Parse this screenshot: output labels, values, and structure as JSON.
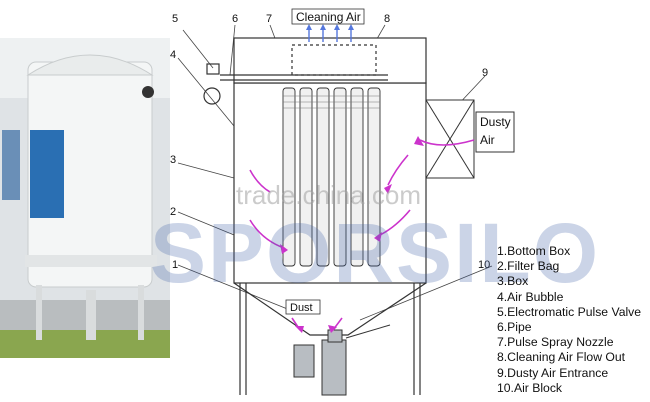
{
  "title_label": "Cleaning Air",
  "dusty_air_label": "Dusty\nAir",
  "dust_label": "Dust",
  "callout_numbers": [
    "1",
    "2",
    "3",
    "4",
    "5",
    "6",
    "7",
    "8",
    "9",
    "10"
  ],
  "legend": [
    "1.Bottom Box",
    "2.Filter Bag",
    "3.Box",
    "4.Air Bubble",
    "5.Electromatic Pulse Valve",
    "6.Pipe",
    "7.Pulse Spray Nozzle",
    "8.Cleaning Air Flow Out",
    "9.Dusty Air Entrance",
    "10.Air Block"
  ],
  "watermark_brand": "SPORSILO",
  "watermark_site": "trade.china.com",
  "colors": {
    "arrow_magenta": "#cc33cc",
    "arrow_blue": "#5577dd",
    "photo_blue_panel": "#2a6fb3"
  }
}
